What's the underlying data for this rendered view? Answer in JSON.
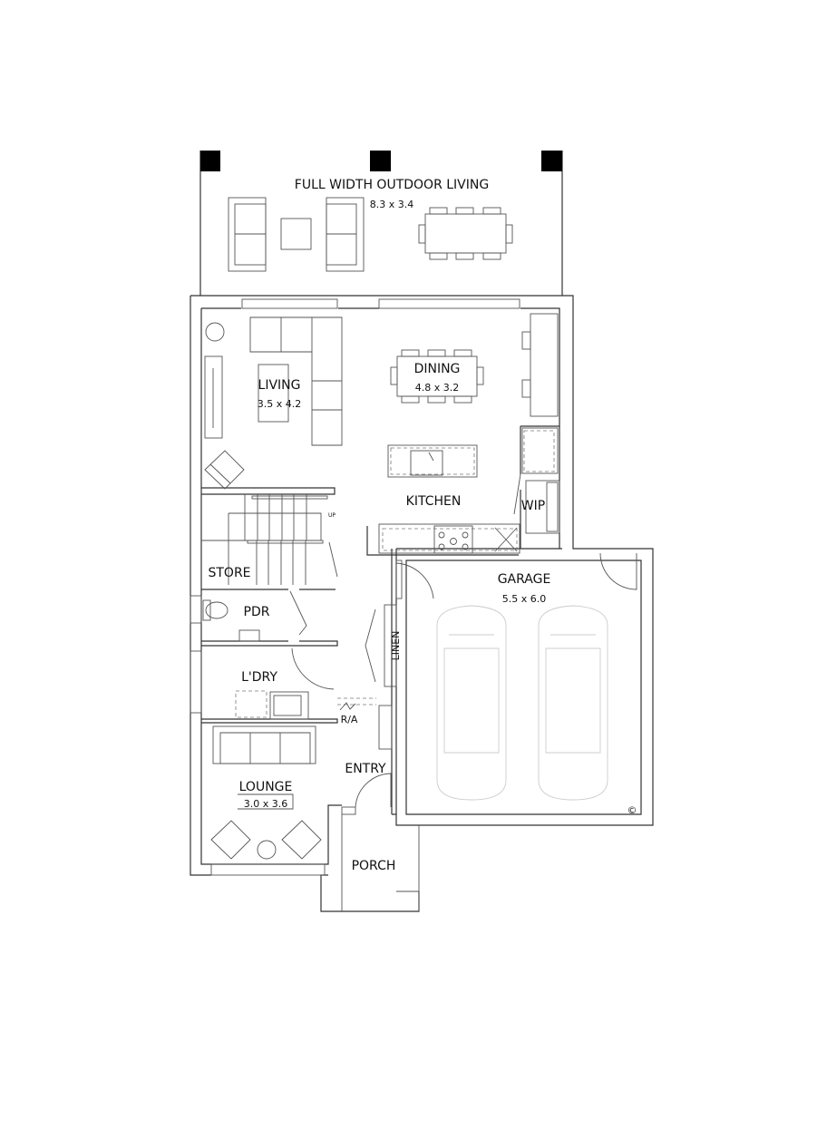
{
  "rooms": {
    "outdoor": {
      "name": "FULL WIDTH OUTDOOR LIVING",
      "size": "8.3 x 3.4"
    },
    "living": {
      "name": "LIVING",
      "size": "3.5 x 4.2"
    },
    "dining": {
      "name": "DINING",
      "size": "4.8 x 3.2"
    },
    "kitchen": {
      "name": "KITCHEN"
    },
    "wip": {
      "name": "WIP"
    },
    "store": {
      "name": "STORE"
    },
    "stair_up": "UP",
    "pdr": {
      "name": "PDR"
    },
    "laundry": {
      "name": "L'DRY"
    },
    "linen": {
      "name": "LINEN"
    },
    "ra": "R/A",
    "garage": {
      "name": "GARAGE",
      "size": "5.5 x 6.0"
    },
    "entry": {
      "name": "ENTRY"
    },
    "lounge": {
      "name": "LOUNGE",
      "size": "3.0 x 3.6"
    },
    "porch": {
      "name": "PORCH"
    }
  },
  "copyright_symbol": "©"
}
